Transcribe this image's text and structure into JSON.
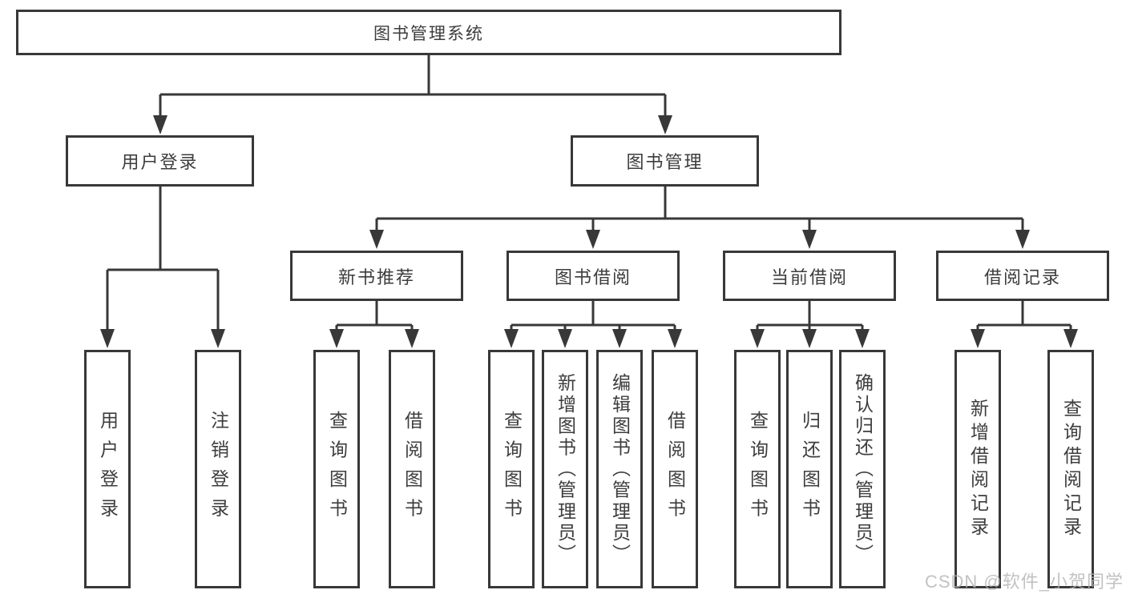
{
  "diagram": {
    "tree": {
      "label": "图书管理系统",
      "children": [
        {
          "label": "用户登录",
          "children": [
            {
              "label": "用户登录"
            },
            {
              "label": "注销登录"
            }
          ]
        },
        {
          "label": "图书管理",
          "children": [
            {
              "label": "新书推荐",
              "children": [
                {
                  "label": "查询图书"
                },
                {
                  "label": "借阅图书"
                }
              ]
            },
            {
              "label": "图书借阅",
              "children": [
                {
                  "label": "查询图书"
                },
                {
                  "label": "新增图书（管理员）"
                },
                {
                  "label": "编辑图书（管理员）"
                },
                {
                  "label": "借阅图书"
                }
              ]
            },
            {
              "label": "当前借阅",
              "children": [
                {
                  "label": "查询图书"
                },
                {
                  "label": "归还图书"
                },
                {
                  "label": "确认归还（管理员）"
                }
              ]
            },
            {
              "label": "借阅记录",
              "children": [
                {
                  "label": "新增借阅记录"
                },
                {
                  "label": "查询借阅记录"
                }
              ]
            }
          ]
        }
      ]
    }
  },
  "watermark": "CSDN @软件_小贺同学",
  "colors": {
    "line": "#383838",
    "text": "#3d3d3d",
    "watermark": "#b3b3b3",
    "background": "#ffffff"
  }
}
